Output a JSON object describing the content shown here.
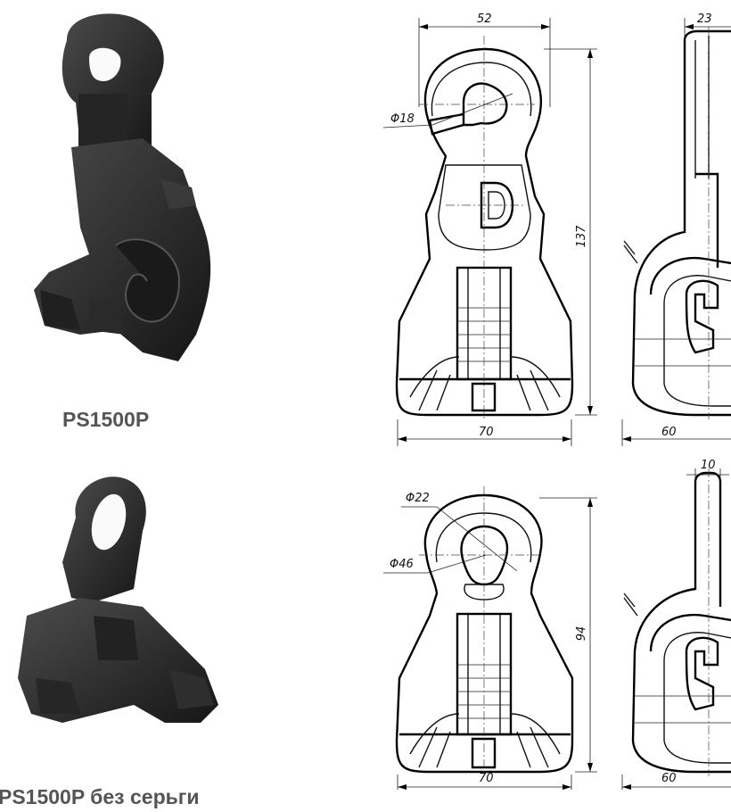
{
  "products": [
    {
      "caption": "PS1500P",
      "photo_icon": "suspension-clamp-with-hook-photo"
    },
    {
      "caption": "PS1500P без серьги",
      "photo_icon": "suspension-clamp-without-shackle-photo"
    }
  ],
  "drawing1": {
    "width_top": "52",
    "side_width": "23",
    "hole_dia": "Φ18",
    "height": "137",
    "base_width": "70",
    "side_base": "60"
  },
  "drawing2": {
    "hole_dia": "Φ22",
    "outer_dia": "Φ46",
    "side_width": "10",
    "height": "94",
    "base_width": "70",
    "side_base": "60"
  },
  "colors": {
    "plastic": "#2b2b2b",
    "caption": "#555555",
    "lines": "#000000"
  }
}
